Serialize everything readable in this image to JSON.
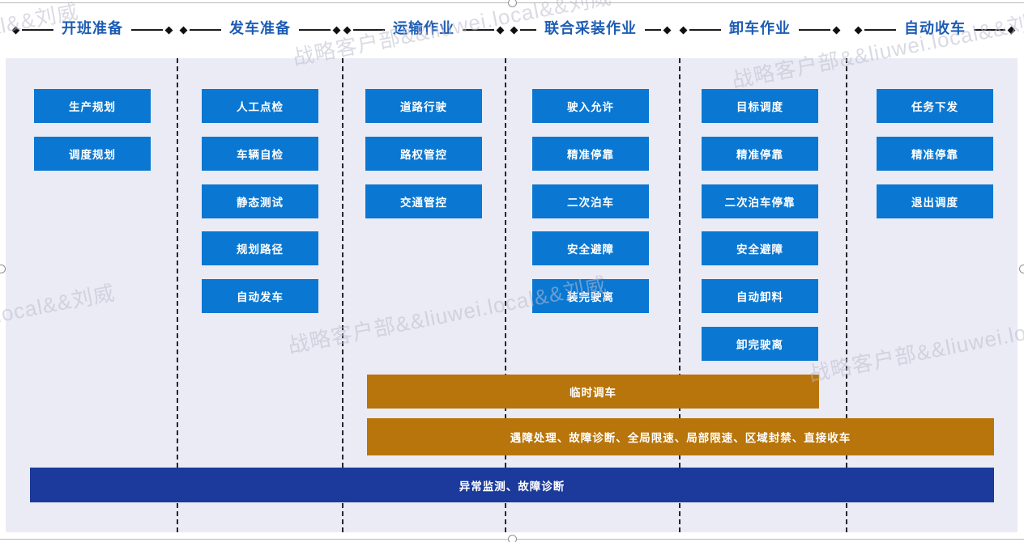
{
  "columns": [
    {
      "title": "开班准备",
      "tasks": [
        "生产规划",
        "调度规划"
      ]
    },
    {
      "title": "发车准备",
      "tasks": [
        "人工点检",
        "车辆自检",
        "静态测试",
        "规划路径",
        "自动发车"
      ]
    },
    {
      "title": "运输作业",
      "tasks": [
        "道路行驶",
        "路权管控",
        "交通管控"
      ]
    },
    {
      "title": "联合采装作业",
      "tasks": [
        "驶入允许",
        "精准停靠",
        "二次泊车",
        "安全避障",
        "装完驶离"
      ]
    },
    {
      "title": "卸车作业",
      "tasks": [
        "目标调度",
        "精准停靠",
        "二次泊车停靠",
        "安全避障",
        "自动卸料",
        "卸完驶离"
      ]
    },
    {
      "title": "自动收车",
      "tasks": [
        "任务下发",
        "精准停靠",
        "退出调度"
      ]
    }
  ],
  "bars": [
    {
      "label": "临时调车"
    },
    {
      "label": "遇障处理、故障诊断、全局限速、局部限速、区域封禁、直接收车"
    },
    {
      "label": "异常监测、故障诊断"
    }
  ],
  "watermark": {
    "text": "战略客户部&&liuwei.local&&刘威"
  },
  "colors": {
    "task_blue": "#0A78D2",
    "bar_orange": "#B8750B",
    "bar_navy": "#1B3A9B",
    "header_text": "#1D5CB4",
    "content_bg": "#EBEBF5"
  }
}
